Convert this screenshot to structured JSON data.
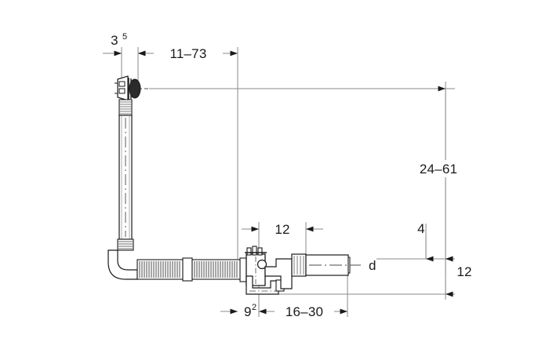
{
  "drawing": {
    "title": "Bathtub drain and overflow assembly dimension drawing",
    "background_color": "#ffffff",
    "line_color": "#6e6e6e",
    "part_line_color": "#1a1a1a",
    "text_color": "#1a1a1a",
    "units_note": ""
  },
  "dimensions": {
    "top_left": {
      "value": "3",
      "superscript": "5",
      "name": "offset-dimension"
    },
    "top_main": {
      "value": "11–73",
      "name": "horizontal-span-dimension"
    },
    "mid_horizontal": {
      "value": "12",
      "name": "valve-offset-dimension"
    },
    "right_main": {
      "value": "24–61",
      "name": "overall-height-dimension"
    },
    "right_small": {
      "value": "4",
      "name": "small-height-dimension"
    },
    "right_lower": {
      "value": "12",
      "name": "outlet-height-dimension"
    },
    "bottom_left": {
      "value": "9",
      "superscript": "2",
      "name": "trap-width-dimension"
    },
    "bottom_main": {
      "value": "16–30",
      "name": "outlet-length-dimension"
    }
  },
  "labels": {
    "pipe_diameter": {
      "value": "d",
      "name": "pipe-diameter-label"
    }
  },
  "components": {
    "cable_knob": "rotary-knob-fitting",
    "vertical_tube": "overflow-vertical-tube",
    "flexible_hose": "corrugated-flexible-hose",
    "valve_body": "drain-valve-body",
    "trap": "p-trap-elbow",
    "outlet_pipe": "outlet-pipe"
  }
}
